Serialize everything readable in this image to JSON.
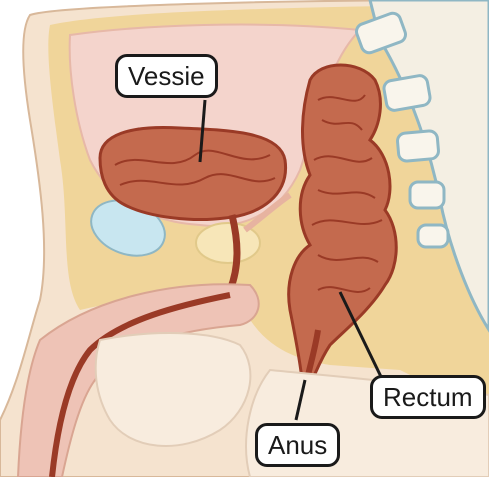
{
  "labels": {
    "bladder": "Vessie",
    "rectum": "Rectum",
    "anus": "Anus"
  },
  "colors": {
    "skin": "#f5e3cf",
    "fat": "#f0d59a",
    "organ": "#c46a4e",
    "organ_dark": "#9a3a26",
    "organ_light": "#e0957a",
    "cavity": "#f4d4cc",
    "bone": "#f4efe3",
    "bone_outline": "#8fb7c4",
    "blue": "#c8e6f0",
    "leader": "#1a1a1a"
  }
}
